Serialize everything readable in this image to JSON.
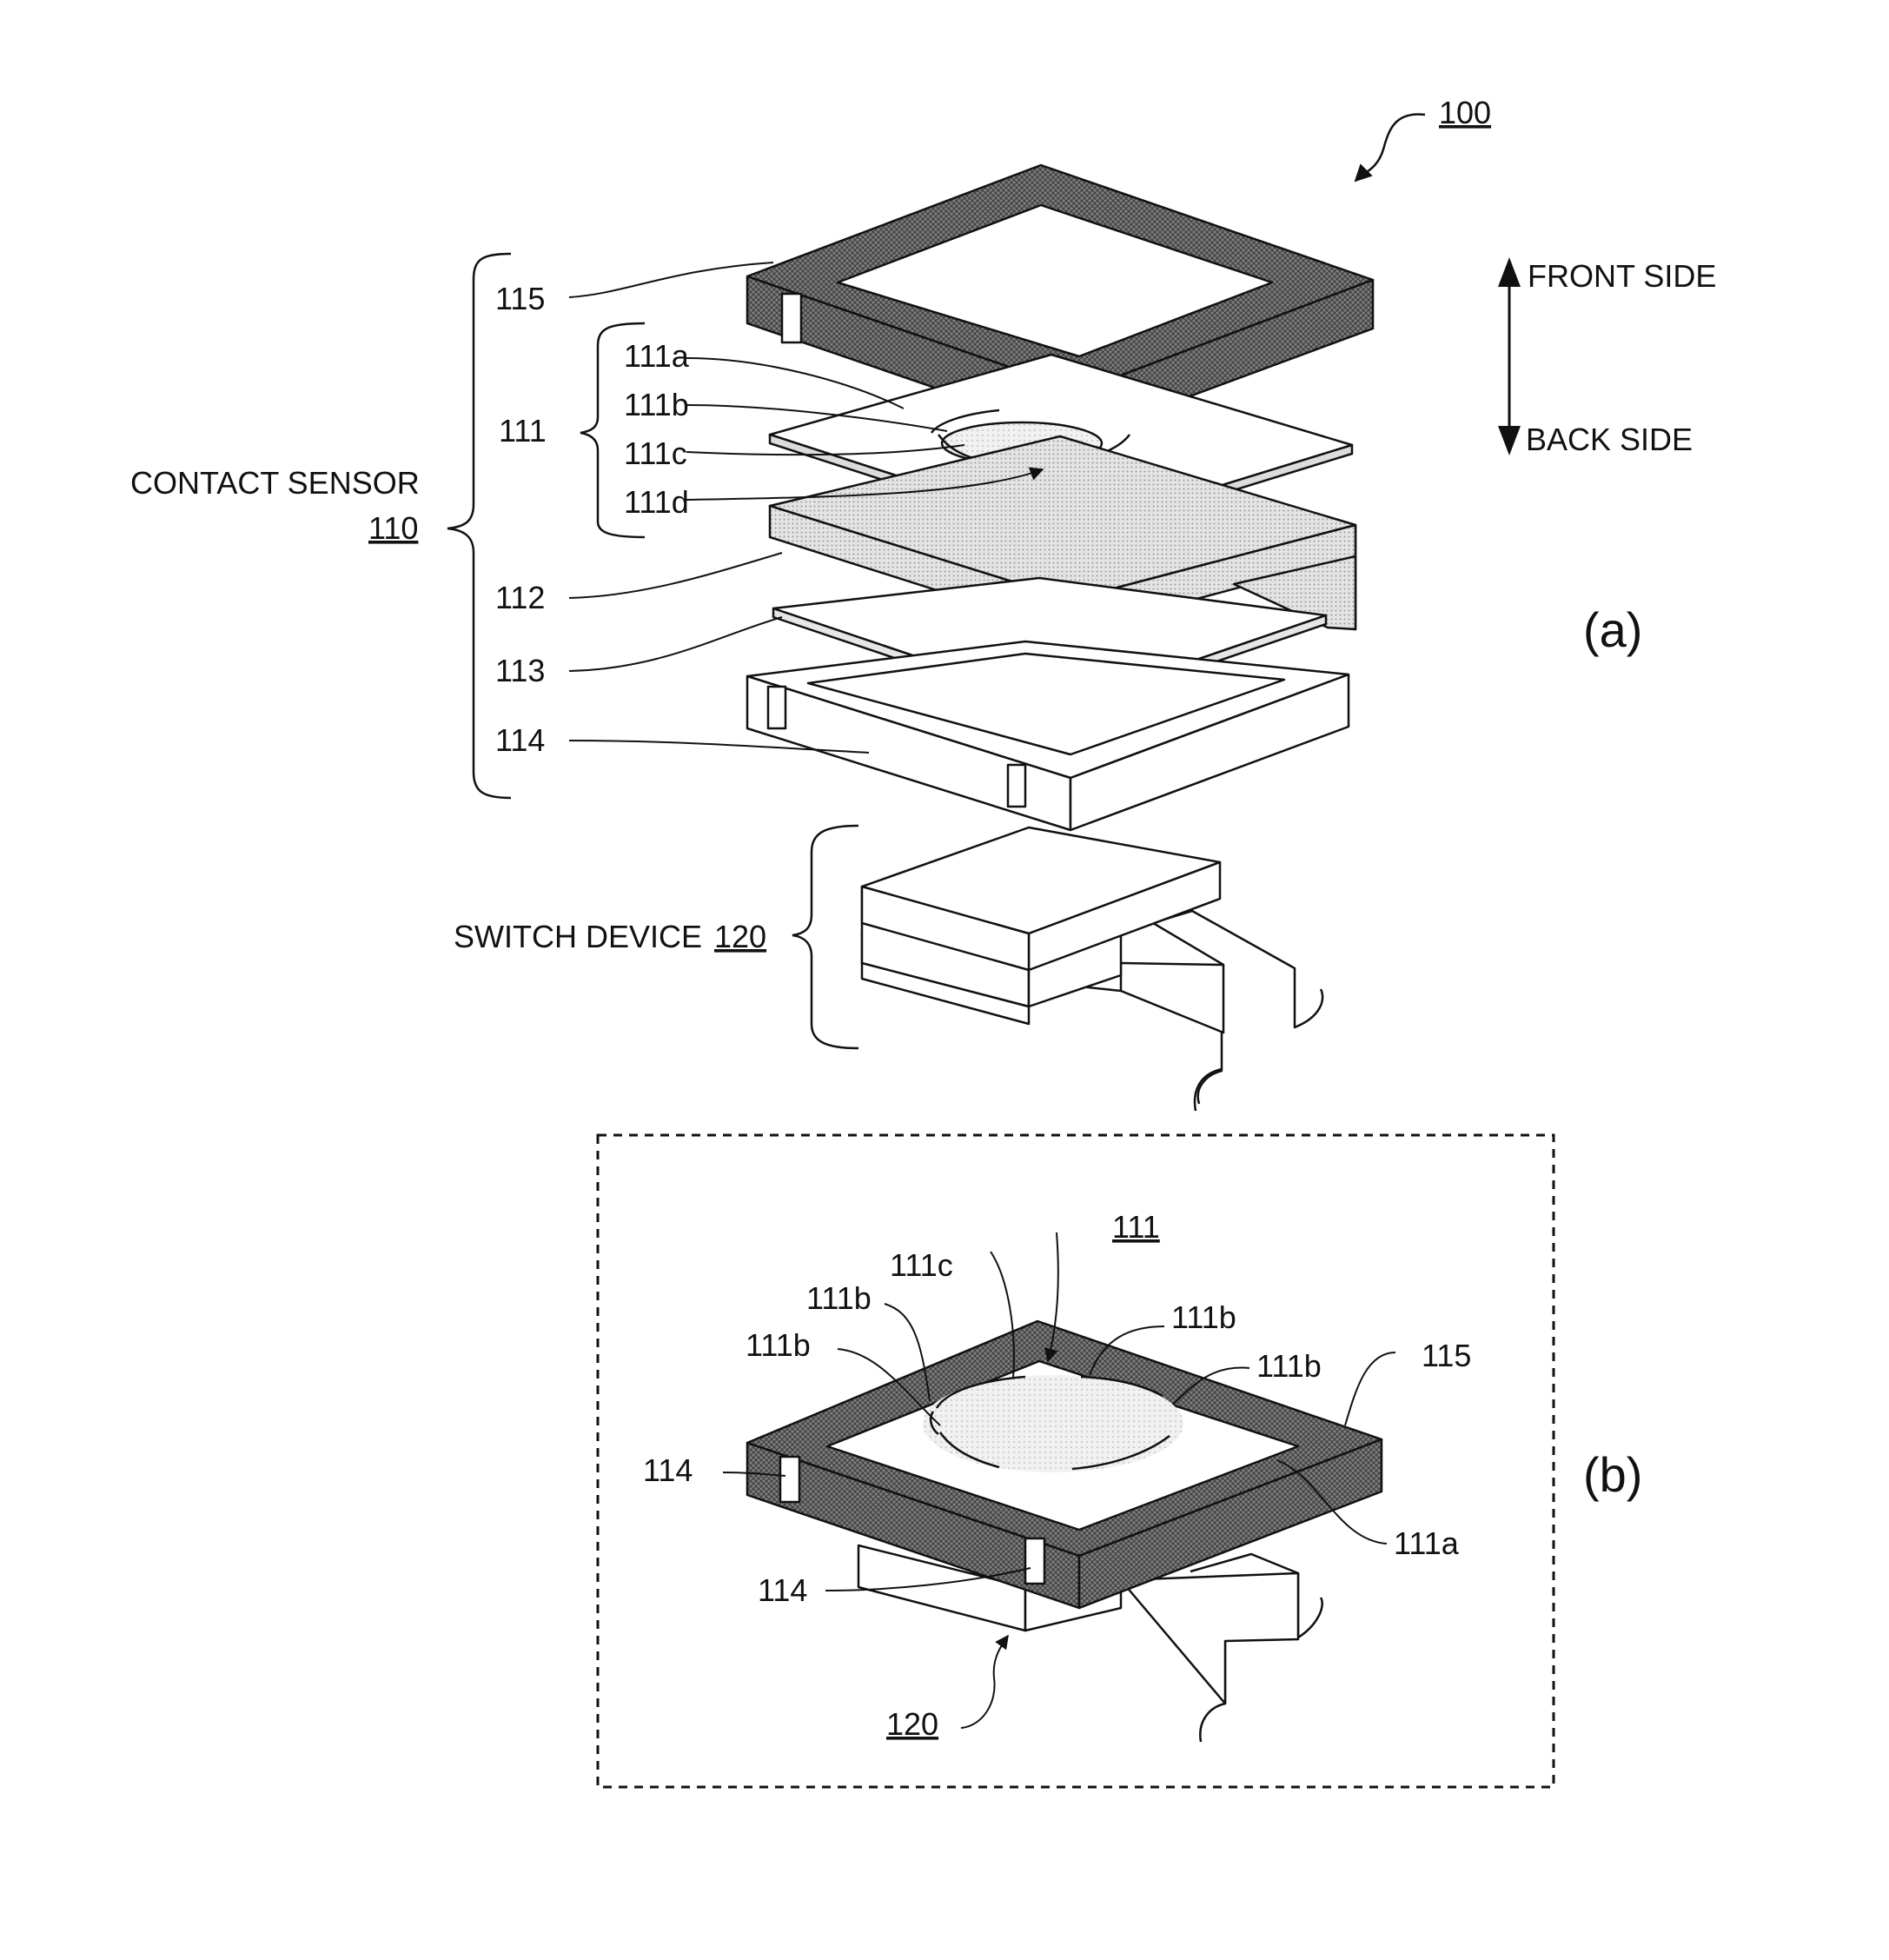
{
  "figure": {
    "assembly_ref": "100",
    "direction": {
      "front": "FRONT SIDE",
      "back": "BACK SIDE"
    },
    "part_a": {
      "panel_label": "(a)",
      "contact_sensor": {
        "name": "CONTACT SENSOR",
        "ref": "110"
      },
      "switch_device": {
        "name": "SWITCH DEVICE",
        "ref": "120"
      },
      "refs": {
        "r115": "115",
        "r111": "111",
        "r111a": "111a",
        "r111b": "111b",
        "r111c": "111c",
        "r111d": "111d",
        "r112": "112",
        "r113": "113",
        "r114": "114"
      }
    },
    "part_b": {
      "panel_label": "(b)",
      "refs": {
        "r111": "111",
        "r111c": "111c",
        "r111b_1": "111b",
        "r111b_2": "111b",
        "r111b_3": "111b",
        "r111b_4": "111b",
        "r115": "115",
        "r114_left": "114",
        "r114_front": "114",
        "r111a": "111a",
        "r120": "120"
      }
    },
    "colors": {
      "line": "#111111",
      "frame_fill": "#8a8a8a",
      "layer_fill": "#cfcfcf",
      "paper": "#ffffff"
    }
  }
}
